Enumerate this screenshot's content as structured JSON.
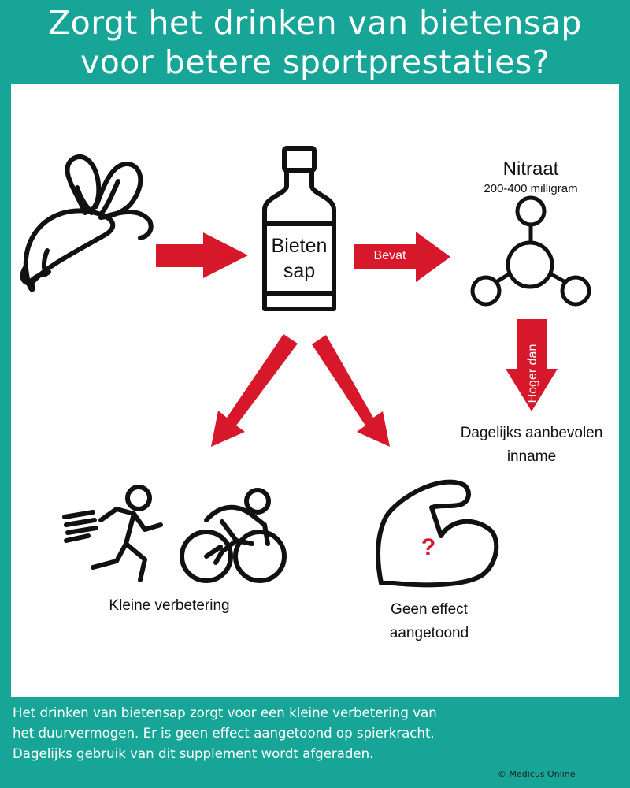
{
  "title": {
    "line1": "Zorgt het drinken van bietensap",
    "line2": "voor betere sportprestaties?"
  },
  "diagram": {
    "bottle_label_line1": "Bieten",
    "bottle_label_line2": "sap",
    "arrow_contains_label": "Bevat",
    "nitrate_title": "Nitraat",
    "nitrate_amount": "200-400 milligram",
    "arrow_higher_label": "Hoger dan",
    "daily_intake_line1": "Dagelijks aanbevolen",
    "daily_intake_line2": "inname",
    "small_improvement": "Kleine verbetering",
    "no_effect_line1": "Geen effect",
    "no_effect_line2": "aangetoond",
    "question_mark": "?"
  },
  "footer": {
    "line1": "Het drinken van bietensap zorgt voor een kleine verbetering van",
    "line2": "het duurvermogen. Er is geen effect aangetoond op spierkracht.",
    "line3": "Dagelijks gebruik van dit supplement wordt afgeraden.",
    "credit": "© Medicus Online"
  },
  "colors": {
    "background": "#17a597",
    "arrow_red": "#d7182a",
    "ink": "#111111"
  }
}
